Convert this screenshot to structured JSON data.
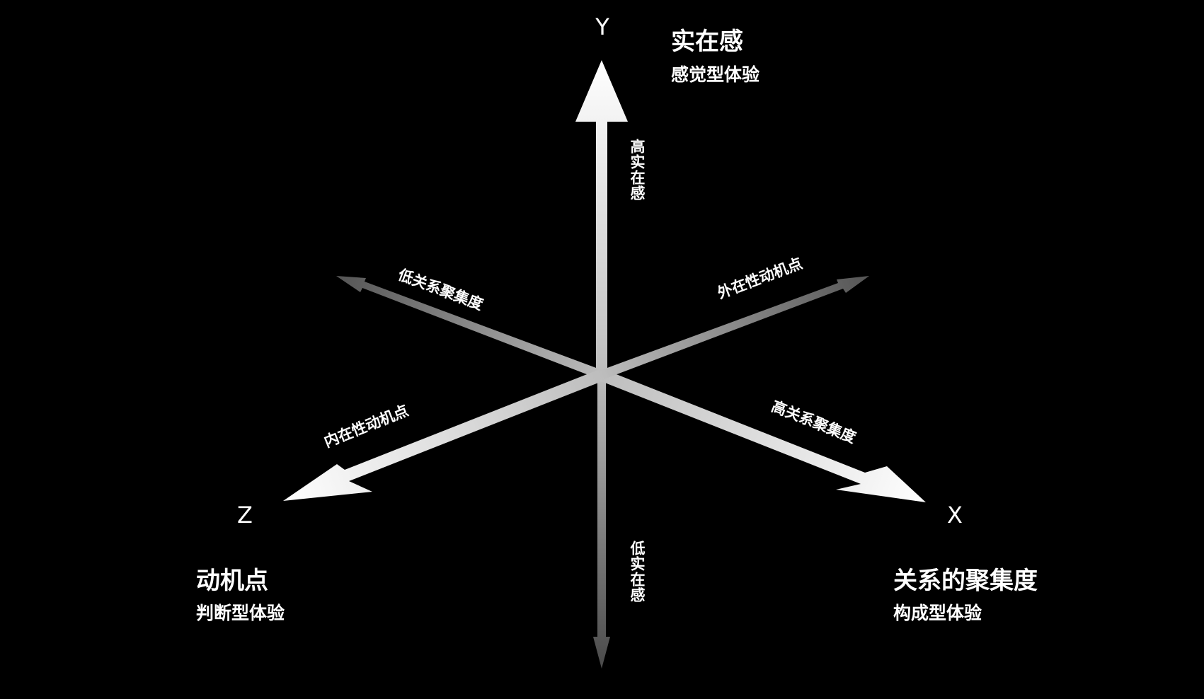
{
  "axes": {
    "y": {
      "letter": "Y",
      "title": "实在感",
      "subtitle": "感觉型体验",
      "high_label": "高实在感",
      "low_label": "低实在感"
    },
    "x": {
      "letter": "X",
      "title": "关系的聚集度",
      "subtitle": "构成型体验",
      "high_label": "高关系聚集度",
      "low_label": "低关系聚集度"
    },
    "z": {
      "letter": "Z",
      "title": "动机点",
      "subtitle": "判断型体验",
      "high_label": "内在性动机点",
      "low_label": "外在性动机点"
    }
  },
  "colors": {
    "background": "#000000",
    "bright": "#ffffff",
    "dim": "#5a5a5a",
    "center": "#bdbdbd"
  }
}
